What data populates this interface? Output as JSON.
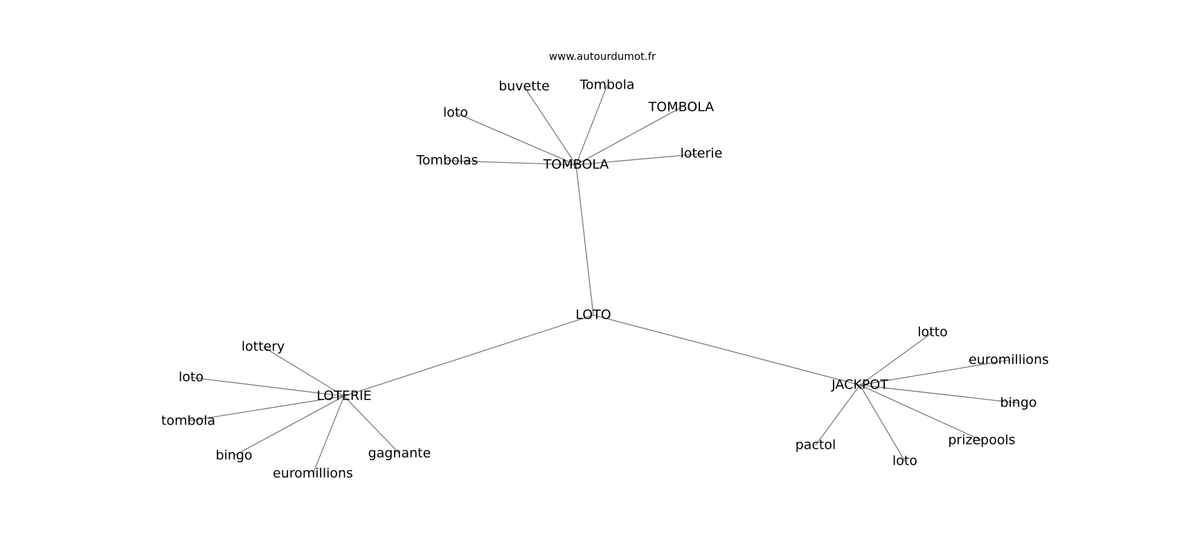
{
  "site": "www.autourdumot.fr",
  "center": {
    "label": "LOTO"
  },
  "hubs": [
    {
      "id": "tombola",
      "label": "TOMBOLA",
      "neighbors": [
        {
          "id": "loto",
          "label": "loto"
        },
        {
          "id": "buvette",
          "label": "buvette"
        },
        {
          "id": "tombola-cap",
          "label": "Tombola"
        },
        {
          "id": "tombola-upper",
          "label": "TOMBOLA"
        },
        {
          "id": "loterie",
          "label": "loterie"
        },
        {
          "id": "tombolas",
          "label": "Tombolas"
        }
      ]
    },
    {
      "id": "loterie",
      "label": "LOTERIE",
      "neighbors": [
        {
          "id": "lottery",
          "label": "lottery"
        },
        {
          "id": "loto",
          "label": "loto"
        },
        {
          "id": "tombola",
          "label": "tombola"
        },
        {
          "id": "bingo",
          "label": "bingo"
        },
        {
          "id": "euromillions",
          "label": "euromillions"
        },
        {
          "id": "gagnante",
          "label": "gagnante"
        }
      ]
    },
    {
      "id": "jackpot",
      "label": "JACKPOT",
      "neighbors": [
        {
          "id": "lotto",
          "label": "lotto"
        },
        {
          "id": "euromillions",
          "label": "euromillions"
        },
        {
          "id": "bingo",
          "label": "bingo"
        },
        {
          "id": "prizepools",
          "label": "prizepools"
        },
        {
          "id": "loto",
          "label": "loto"
        },
        {
          "id": "pactol",
          "label": "pactol"
        }
      ]
    }
  ]
}
